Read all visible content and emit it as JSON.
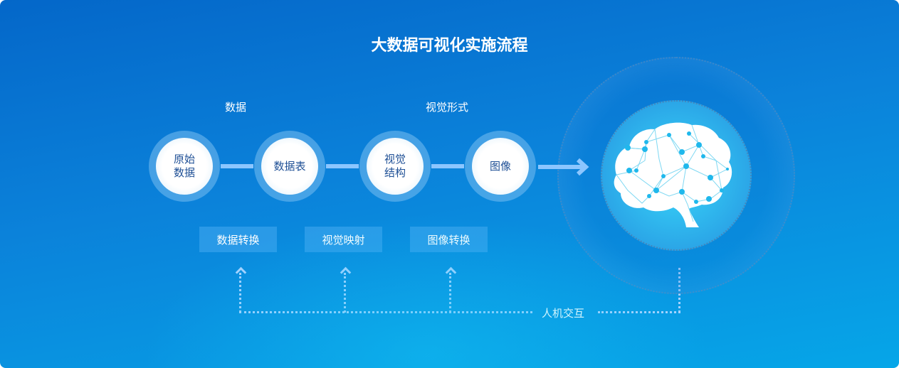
{
  "title": "大数据可视化实施流程",
  "group_labels": {
    "data": "数据",
    "visual_form": "视觉形式"
  },
  "nodes": [
    {
      "label": "原始数据"
    },
    {
      "label": "数据表"
    },
    {
      "label": "视觉结构"
    },
    {
      "label": "图像"
    }
  ],
  "steps": [
    {
      "label": "数据转换"
    },
    {
      "label": "视觉映射"
    },
    {
      "label": "图像转换"
    }
  ],
  "interaction_label": "人机交互",
  "colors": {
    "background_top": "#0467c9",
    "background_bottom": "#06a6e8",
    "connector": "#8cc6ff",
    "node_text": "#1e4f95"
  }
}
